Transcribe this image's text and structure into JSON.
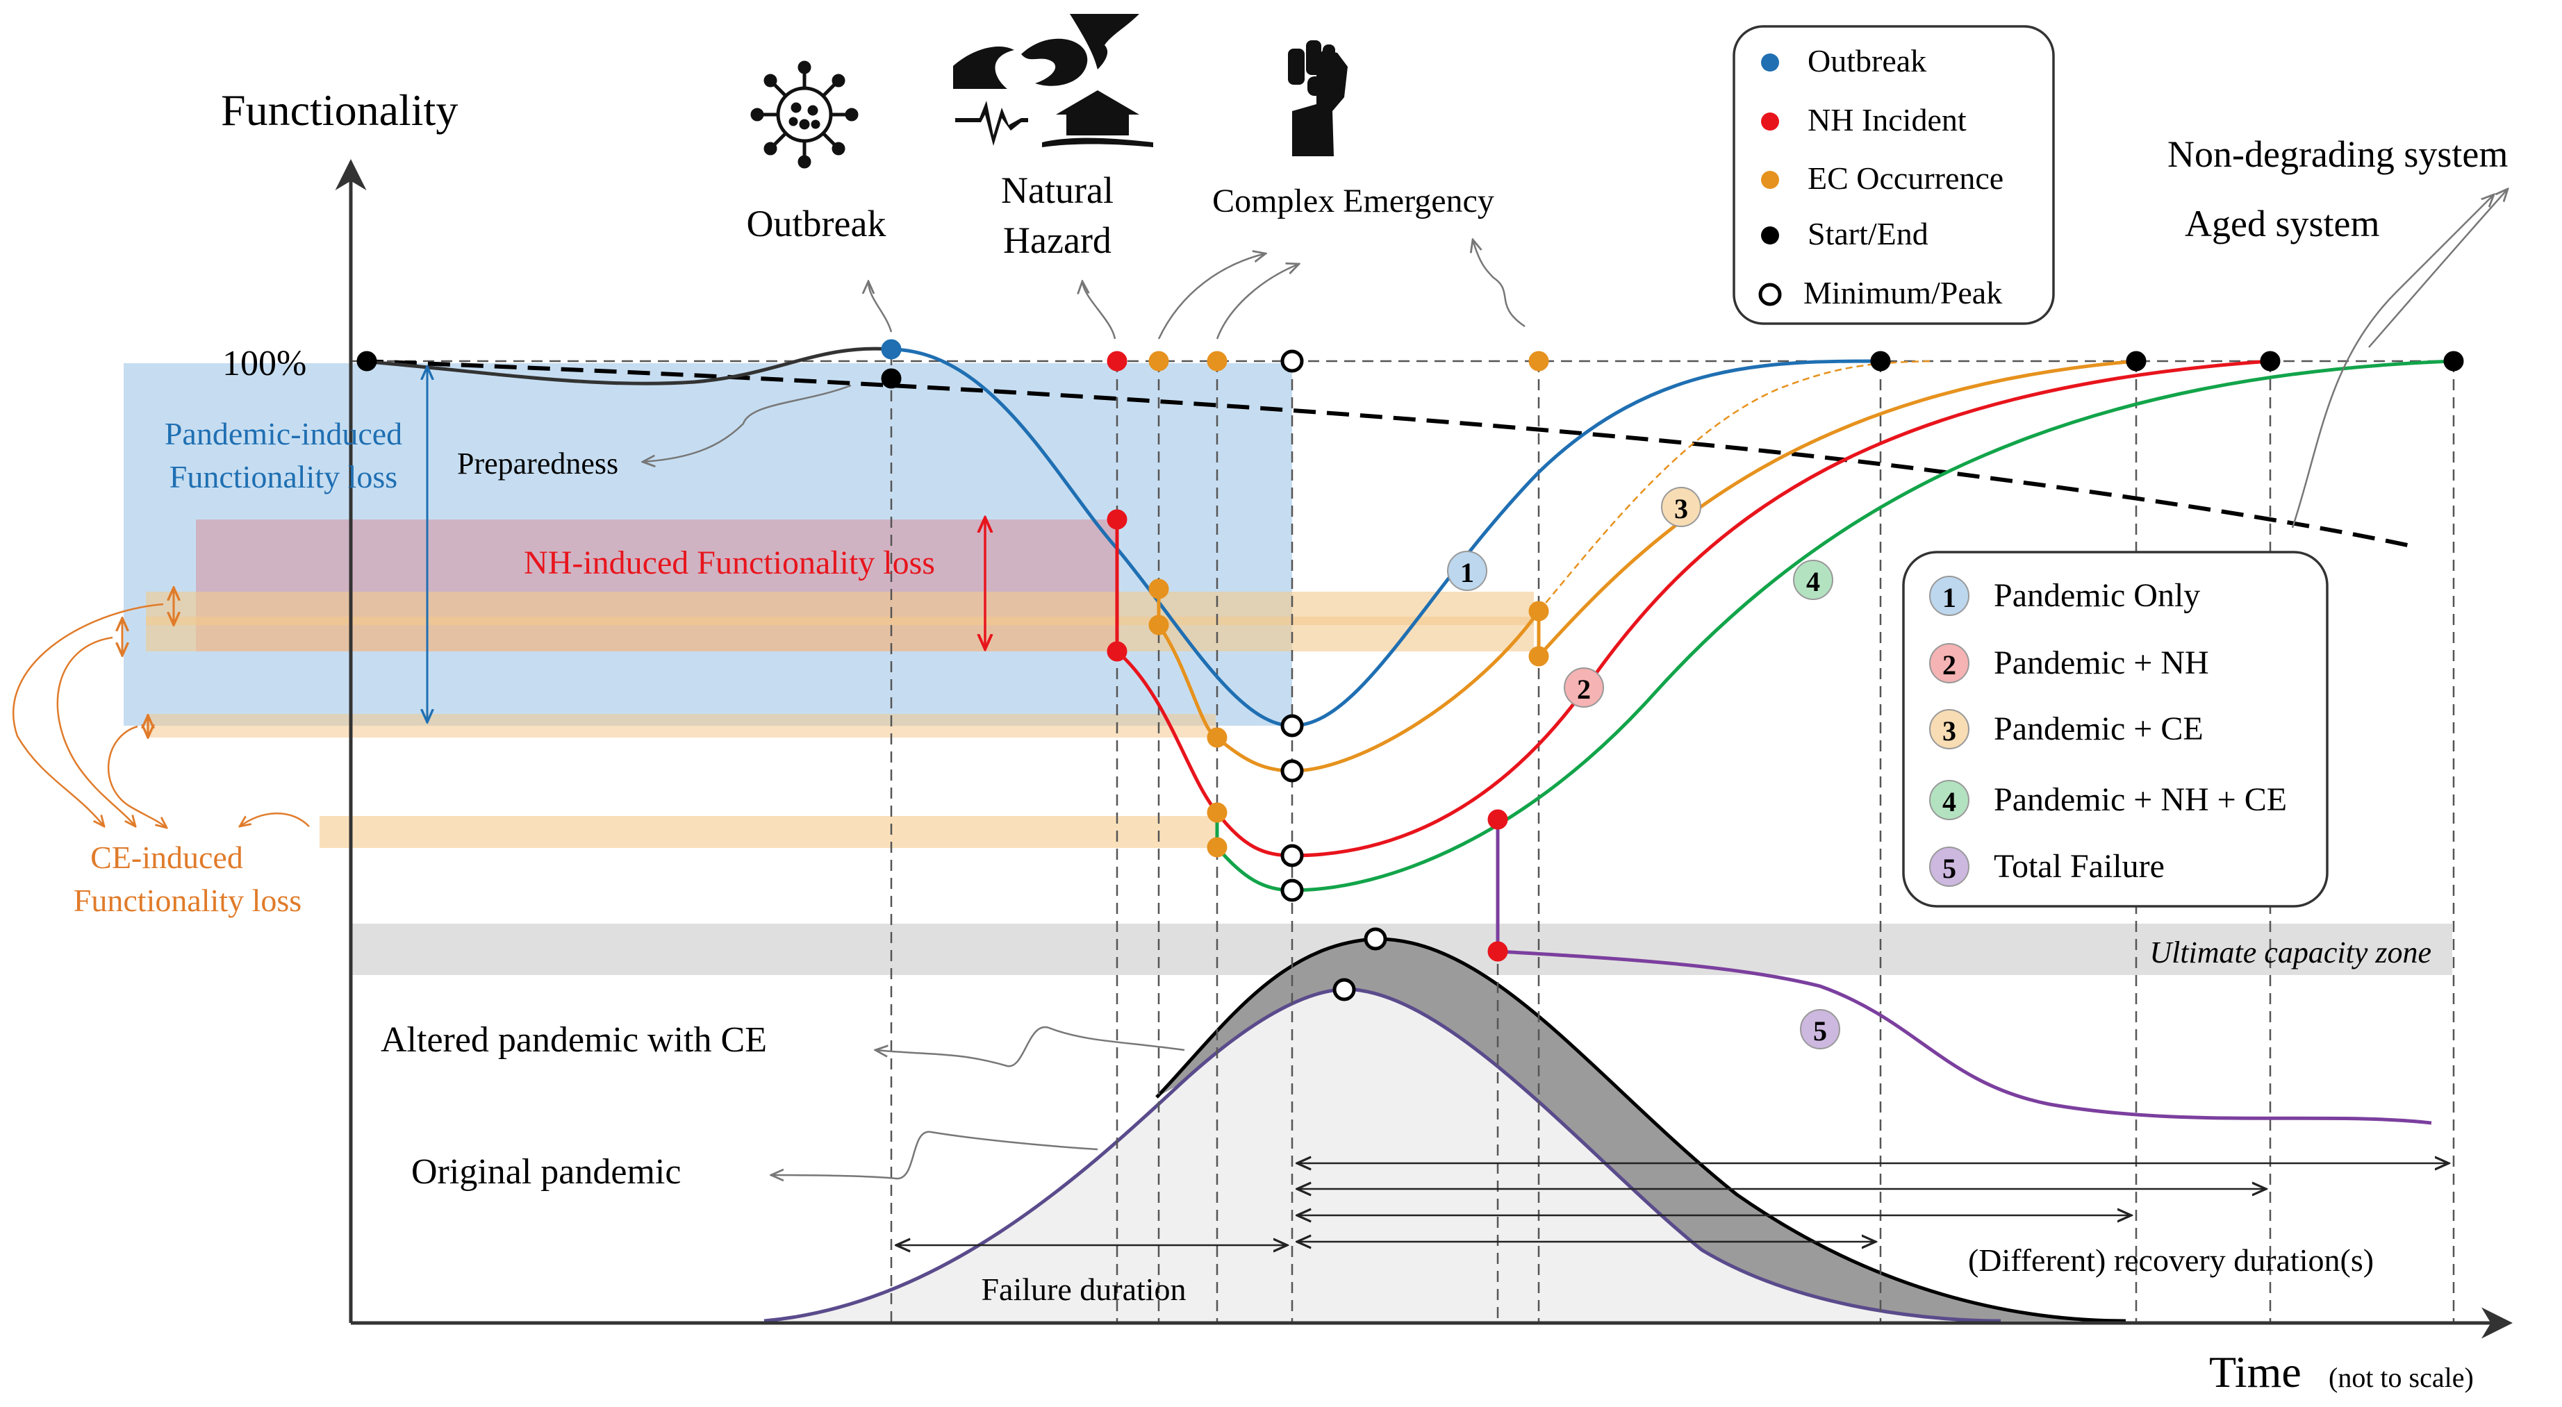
{
  "axes": {
    "y_title": "Functionality",
    "y_tick": "100%",
    "x_title": "Time",
    "x_note": "(not to scale)"
  },
  "events": {
    "outbreak": "Outbreak",
    "natural_hazard_line1": "Natural",
    "natural_hazard_line2": "Hazard",
    "complex_emergency": "Complex Emergency"
  },
  "system_labels": {
    "non_degrading": "Non-degrading system",
    "aged": "Aged system"
  },
  "marker_legend": [
    {
      "label": "Outbreak",
      "color": "#1f6fb2"
    },
    {
      "label": "NH Incident",
      "color": "#e8141c"
    },
    {
      "label": "EC Occurrence",
      "color": "#e6921e"
    },
    {
      "label": "Start/End",
      "color": "#000000"
    },
    {
      "label": "Minimum/Peak",
      "color": "#ffffff"
    }
  ],
  "scenario_legend": [
    {
      "num": "1",
      "label": "Pandemic Only",
      "color": "#1f6fb2",
      "fill": "#bcd7ee"
    },
    {
      "num": "2",
      "label": "Pandemic + NH",
      "color": "#e8141c",
      "fill": "#f5b3b3"
    },
    {
      "num": "3",
      "label": "Pandemic + CE",
      "color": "#e6921e",
      "fill": "#f7dcb4"
    },
    {
      "num": "4",
      "label": "Pandemic + NH + CE",
      "color": "#12a44a",
      "fill": "#b3e2c0"
    },
    {
      "num": "5",
      "label": "Total Failure",
      "color": "#7b3f9e",
      "fill": "#cdb8e0"
    }
  ],
  "annotations": {
    "pandemic_loss_1": "Pandemic-induced",
    "pandemic_loss_2": "Functionality loss",
    "preparedness": "Preparedness",
    "nh_loss": "NH-induced Functionality loss",
    "ce_loss_1": "CE-induced",
    "ce_loss_2": "Functionality loss",
    "ultimate_zone": "Ultimate capacity zone",
    "altered_pandemic": "Altered pandemic with CE",
    "original_pandemic": "Original pandemic",
    "failure_duration": "Failure duration",
    "recovery_duration": "(Different) recovery duration(s)"
  },
  "colors": {
    "pandemic": "#1f6fb2",
    "nh": "#e8141c",
    "ce": "#e6921e",
    "combined": "#12a44a",
    "failure": "#7b3f9e"
  },
  "icons": [
    "virus-icon",
    "natural-hazard-icon",
    "raised-fist-icon"
  ]
}
